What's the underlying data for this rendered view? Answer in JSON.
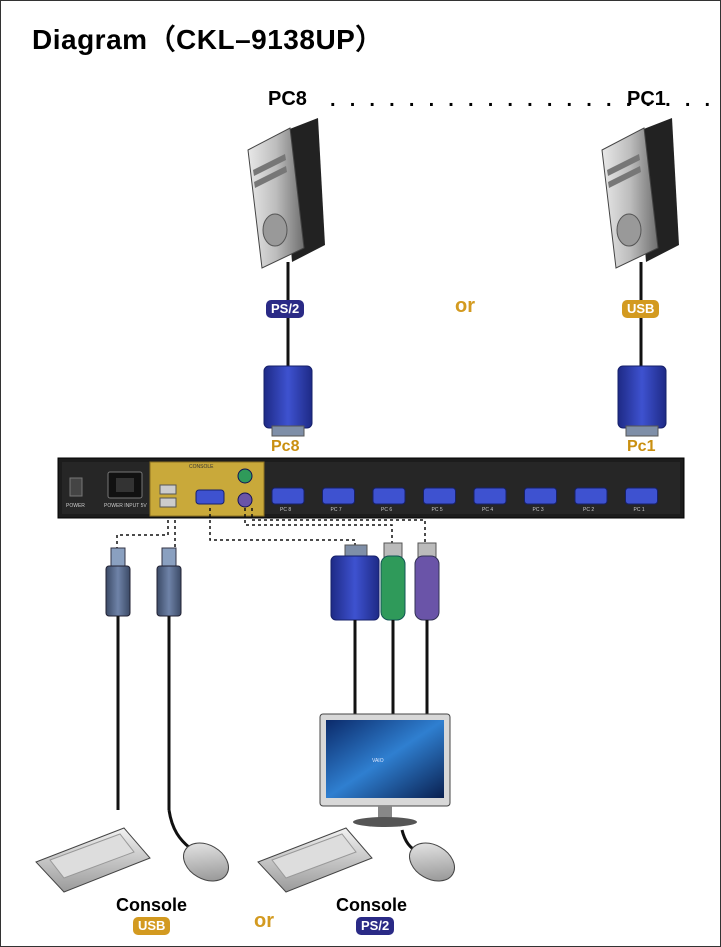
{
  "title": "Diagram（CKL–9138UP）",
  "computers": {
    "left_label": "PC8",
    "right_label": "PC1",
    "dots": ". . . . . . . . . . . . . . . . . . . . ."
  },
  "connections": {
    "left_badge": "PS/2",
    "right_badge": "USB",
    "or_text": "or",
    "left_port": "Pc8",
    "right_port": "Pc1"
  },
  "device": {
    "console_text": "CONSOLE",
    "power_text": "POWER",
    "power_rating": "POWER INPUT 5V",
    "ports": [
      "PC 8",
      "PC 7",
      "PC 6",
      "PC 5",
      "PC 4",
      "PC 3",
      "PC 2",
      "PC 1"
    ]
  },
  "monitor_brand": "VAIO",
  "consoles": {
    "left_label": "Console",
    "left_badge": "USB",
    "or_text": "or",
    "right_label": "Console",
    "right_badge": "PS/2"
  },
  "colors": {
    "ps2_badge": "#2a2a86",
    "usb_badge": "#d39a20",
    "vga_blue": "#2b3aa8",
    "ps2_green": "#2f9a5a",
    "ps2_purple": "#6a54a8",
    "console_panel": "#c9a93a"
  }
}
